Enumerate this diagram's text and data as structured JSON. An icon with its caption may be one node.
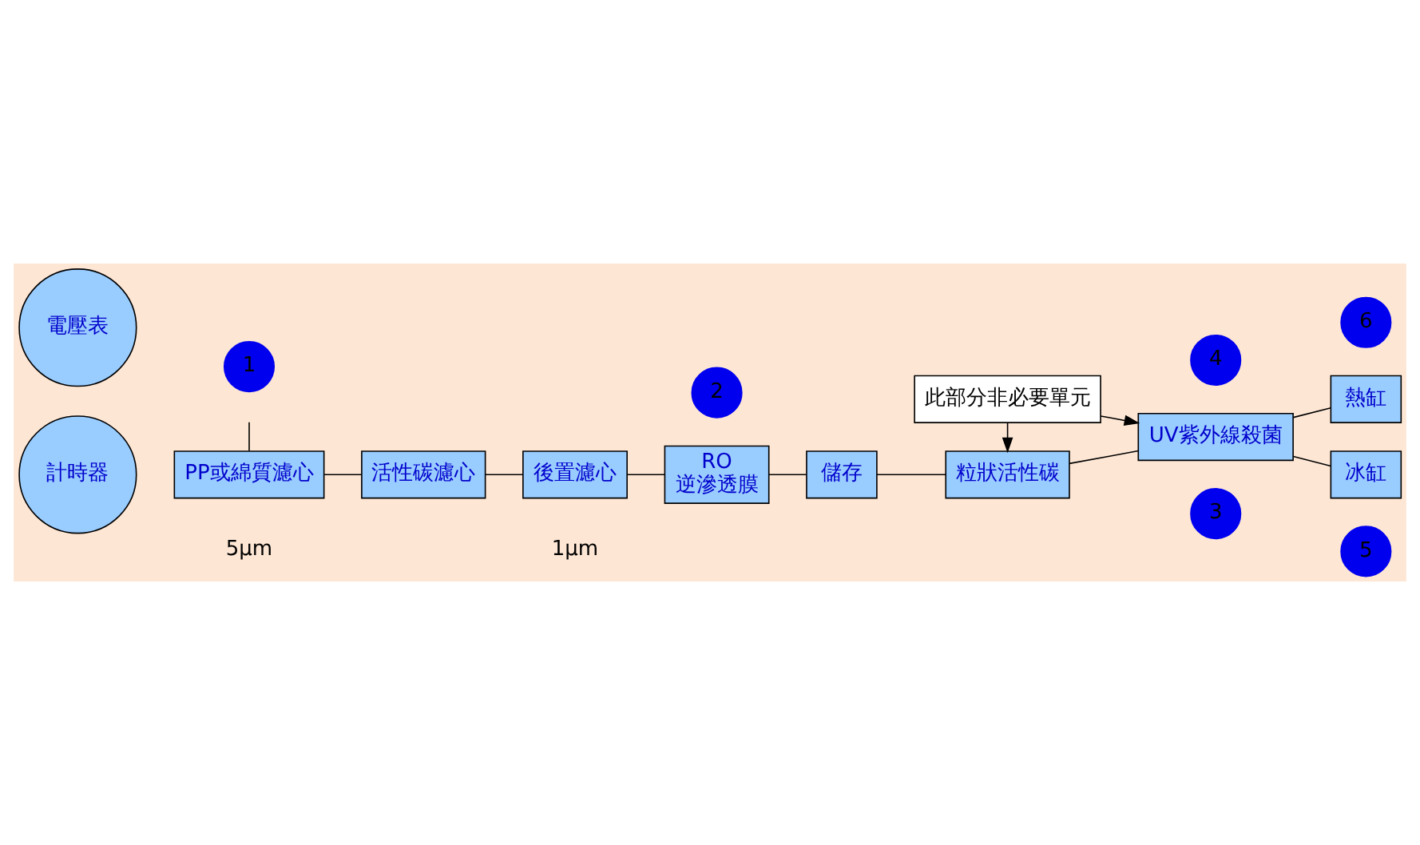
{
  "diagram": {
    "nodes": [
      {
        "text": [
          "電壓表"
        ]
      },
      {
        "text": [
          "計時器"
        ]
      },
      {
        "text": [
          "1"
        ]
      },
      {
        "text": [
          "PP或綿質濾心"
        ]
      },
      {
        "text": [
          "活性碳濾心"
        ]
      },
      {
        "text": [
          "後置濾心"
        ]
      },
      {
        "text": [
          "2"
        ]
      },
      {
        "text": [
          "RO",
          "逆滲透膜"
        ]
      },
      {
        "text": [
          "儲存"
        ]
      },
      {
        "text": [
          "粒狀活性碳"
        ]
      },
      {
        "text": [
          "3"
        ]
      },
      {
        "text": [
          "UV紫外線殺菌"
        ]
      },
      {
        "text": [
          "4"
        ]
      },
      {
        "text": [
          "此部分非必要單元"
        ]
      },
      {
        "text": [
          "熱缸"
        ]
      },
      {
        "text": [
          "冰缸"
        ]
      },
      {
        "text": [
          "6"
        ]
      },
      {
        "text": [
          "5"
        ]
      }
    ],
    "edges": [
      {
        "from": null,
        "to": 3,
        "arrow": "none"
      },
      {
        "from": 3,
        "to": 4,
        "arrow": "none"
      },
      {
        "from": 4,
        "to": 5,
        "arrow": "none"
      },
      {
        "from": 5,
        "to": 7,
        "arrow": "none"
      },
      {
        "from": 7,
        "to": 8,
        "arrow": "none"
      },
      {
        "from": 8,
        "to": 9,
        "arrow": "none"
      },
      {
        "from": 9,
        "to": 11,
        "arrow": "none"
      },
      {
        "from": 11,
        "to": 14,
        "arrow": "none"
      },
      {
        "from": 11,
        "to": 15,
        "arrow": "none"
      },
      {
        "from": 13,
        "to": 9,
        "arrow": "to"
      },
      {
        "from": 13,
        "to": 11,
        "arrow": "to"
      }
    ],
    "labels": [
      "5μm",
      "1μm"
    ]
  }
}
